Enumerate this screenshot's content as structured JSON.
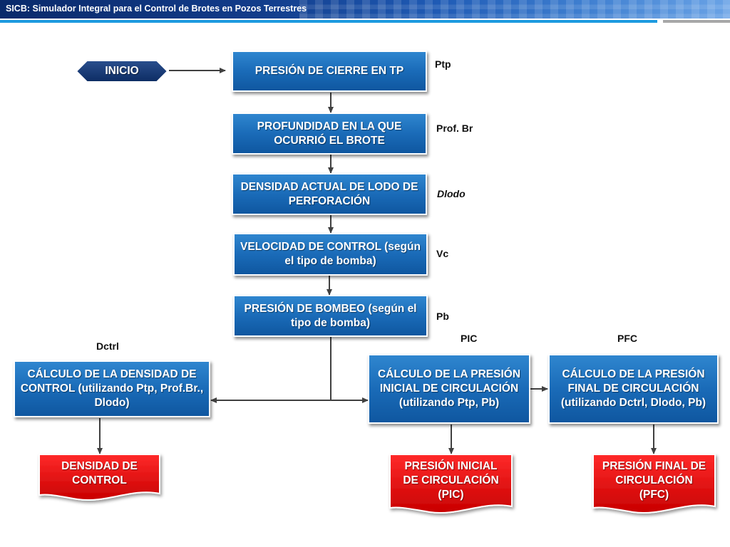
{
  "header": {
    "title": "SICB: Simulador Integral para el Control de Brotes en Pozos Terrestres"
  },
  "colors": {
    "process_blue": "#1a6bb8",
    "result_red": "#e01010",
    "accent_line": "#1e9be0",
    "connector": "#404040"
  },
  "flow": {
    "start": "INICIO",
    "steps": [
      {
        "label": "PRESIÓN DE CIERRE EN TP",
        "var": "Ptp"
      },
      {
        "label": "PROFUNDIDAD EN LA QUE OCURRIÓ EL BROTE",
        "var": "Prof. Br"
      },
      {
        "label": "DENSIDAD ACTUAL DE LODO DE PERFORACIÓN",
        "var": "Dlodo"
      },
      {
        "label": "VELOCIDAD DE CONTROL (según el tipo de bomba)",
        "var": "Vc"
      },
      {
        "label": "PRESIÓN DE BOMBEO (según el tipo de bomba)",
        "var": "Pb"
      }
    ],
    "calculations": [
      {
        "label": "CÁLCULO DE LA DENSIDAD DE CONTROL (utilizando Ptp, Prof.Br., Dlodo)",
        "var": "Dctrl"
      },
      {
        "label": "CÁLCULO DE LA PRESIÓN INICIAL DE CIRCULACIÓN (utilizando Ptp, Pb)",
        "var": "PIC"
      },
      {
        "label": "CÁLCULO DE LA PRESIÓN FINAL DE CIRCULACIÓN (utilizando Dctrl, Dlodo, Pb)",
        "var": "PFC"
      }
    ],
    "results": [
      {
        "label": "DENSIDAD DE CONTROL"
      },
      {
        "label": "PRESIÓN INICIAL DE CIRCULACIÓN (PIC)"
      },
      {
        "label": "PRESIÓN FINAL DE CIRCULACIÓN (PFC)"
      }
    ]
  }
}
